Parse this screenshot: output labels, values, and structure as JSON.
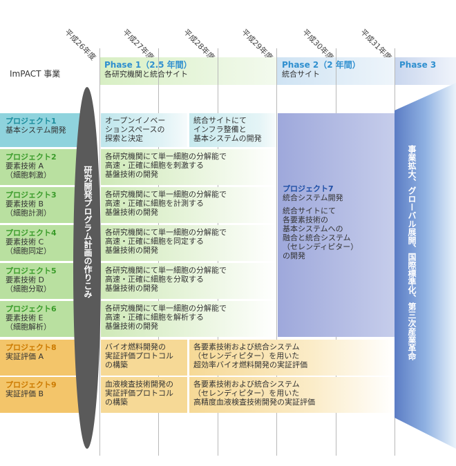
{
  "years": [
    "平成26年度",
    "平成27年度",
    "平成28年度",
    "平成29年度",
    "平成30年度",
    "平成31年度"
  ],
  "impact_label": "ImPACT 事業",
  "phases": [
    {
      "title": "Phase 1（2.5 年間）",
      "sub": "各研究機関と統合サイト"
    },
    {
      "title": "Phase 2（2 年間）",
      "sub": "統合サイト"
    },
    {
      "title": "Phase 3",
      "sub": ""
    }
  ],
  "program_label": "研究開発プログラム計画の作りこみ",
  "phase3_text": "事業拡大、グローバル展開、国際標準化、第三次産業革命",
  "projects": [
    {
      "title": "プロジェクト1",
      "lines": [
        "基本システム開発"
      ],
      "color": "teal"
    },
    {
      "title": "プロジェクト2",
      "lines": [
        "要素技術 A",
        "（細胞刺激）"
      ],
      "color": "green"
    },
    {
      "title": "プロジェクト3",
      "lines": [
        "要素技術 B",
        "（細胞計測）"
      ],
      "color": "green"
    },
    {
      "title": "プロジェクト4",
      "lines": [
        "要素技術 C",
        "（細胞同定）"
      ],
      "color": "green"
    },
    {
      "title": "プロジェクト5",
      "lines": [
        "要素技術 D",
        "（細胞分取）"
      ],
      "color": "green"
    },
    {
      "title": "プロジェクト6",
      "lines": [
        "要素技術 E",
        "（細胞解析）"
      ],
      "color": "green"
    },
    {
      "title": "プロジェクト8",
      "lines": [
        "実証評価 A"
      ],
      "color": "orange"
    },
    {
      "title": "プロジェクト9",
      "lines": [
        "実証評価 B"
      ],
      "color": "orange"
    }
  ],
  "boxes": {
    "p1a": "オープンイノベー\nションスペースの\n探索と決定",
    "p1b": "統合サイトにて\nインフラ整備と\n基本システムの開発",
    "p2": "各研究機関にて単一細胞の分解能で\n高速・正確に細胞を刺激する\n基盤技術の開発",
    "p3": "各研究機関にて単一細胞の分解能で\n高速・正確に細胞を計測する\n基盤技術の開発",
    "p4": "各研究機関にて単一細胞の分解能で\n高速・正確に細胞を同定する\n基盤技術の開発",
    "p5": "各研究機関にて単一細胞の分解能で\n高速・正確に細胞を分取する\n基盤技術の開発",
    "p6": "各研究機関にて単一細胞の分解能で\n高速・正確に細胞を解析する\n基盤技術の開発",
    "p8a": "バイオ燃料開発の\n実証評価プロトコル\nの構築",
    "p8b": "各要素技術および統合システム\n（セレンディピター）を用いた\n超効率バイオ燃料開発の実証評価",
    "p9a": "血液検査技術開発の\n実証評価プロトコル\nの構築",
    "p9b": "各要素技術および統合システム\n（セレンディピター）を用いた\n高精度血液検査技術開発の実証評価"
  },
  "p7": {
    "title": "プロジェクト7",
    "sub": "統合システム開発",
    "body": "統合サイトにて\n各要素技術の\n基本システムへの\n融合と統合システム\n（セレンディピター）\nの開発"
  }
}
